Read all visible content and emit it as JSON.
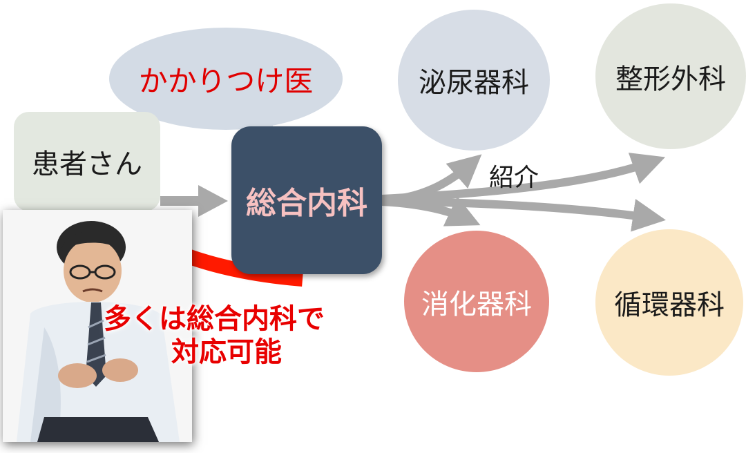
{
  "bubble": {
    "label": "かかりつけ医"
  },
  "patient": {
    "label": "患者さん"
  },
  "center": {
    "label": "総合内科"
  },
  "departments": {
    "urology": {
      "label": "泌尿器科",
      "color": "#d7dde6"
    },
    "orthopedics": {
      "label": "整形外科",
      "color": "#e3e6de"
    },
    "gastro": {
      "label": "消化器科",
      "color": "#e58f86"
    },
    "cardio": {
      "label": "循環器科",
      "color": "#fbe8c6"
    }
  },
  "referral": {
    "label": "紹介"
  },
  "note": {
    "line1": "多くは総合内科で",
    "line2": "対応可能"
  },
  "colors": {
    "accent_red": "#ff1a00",
    "arrow_gray": "#a9a9a9",
    "center_box": "#3c5068",
    "center_text": "#f7c1c1"
  }
}
